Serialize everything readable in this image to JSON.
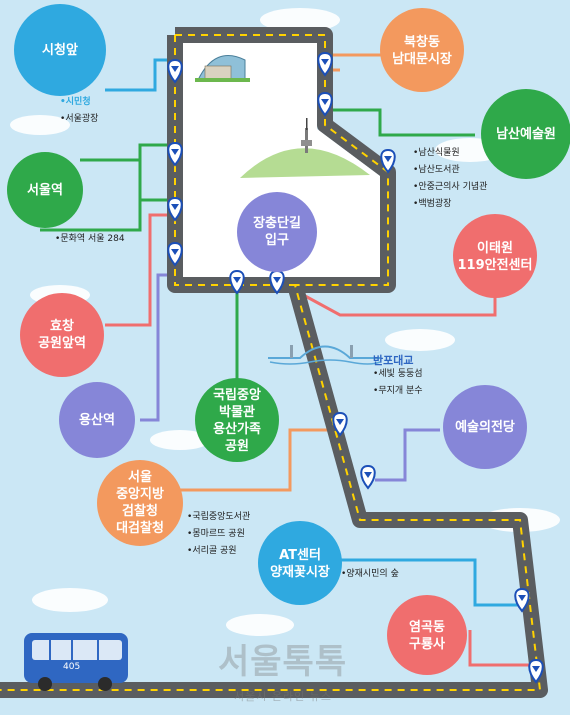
{
  "stations": {
    "city_hall": "시청앞",
    "bukchang": "북창동\n남대문시장",
    "namsan_art": "남산예술원",
    "seoul_station": "서울역",
    "jangchung": "장충단길\n입구",
    "itaewon": "이태원\n119안전센터",
    "hyochang": "효창\n공원앞역",
    "yongsan": "용산역",
    "museum": "국립중앙\n박물관\n용산가족\n공원",
    "arts_center": "예술의전당",
    "court": "서울\n중앙지방\n검찰청\n대검찰청",
    "at_center": "AT센터\n양재꽃시장",
    "yeomgok": "염곡동\n구룡사"
  },
  "notes": {
    "city_hall": [
      "시민청",
      "서울광장"
    ],
    "namsan_art": [
      "남산식물원",
      "남산도서관",
      "안중근의사 기념관",
      "백범광장"
    ],
    "seoul_station": [
      "문화역 서울 284"
    ],
    "banpo_title": "반포대교",
    "banpo": [
      "세빛 둥둥섬",
      "무지개 분수"
    ],
    "court": [
      "국립중앙도서관",
      "몽마르뜨 공원",
      "서리골 공원"
    ],
    "at_center": [
      "양재시민의 숲"
    ]
  },
  "bus": {
    "number": "405"
  },
  "watermark": {
    "main": "서울톡톡",
    "sub": "서울시 온라인 뉴스"
  },
  "colors": {
    "road": "#5a5d60",
    "lane": "#ffd200",
    "sky": "#cbe7f5",
    "pin": "#1b4fb8"
  }
}
